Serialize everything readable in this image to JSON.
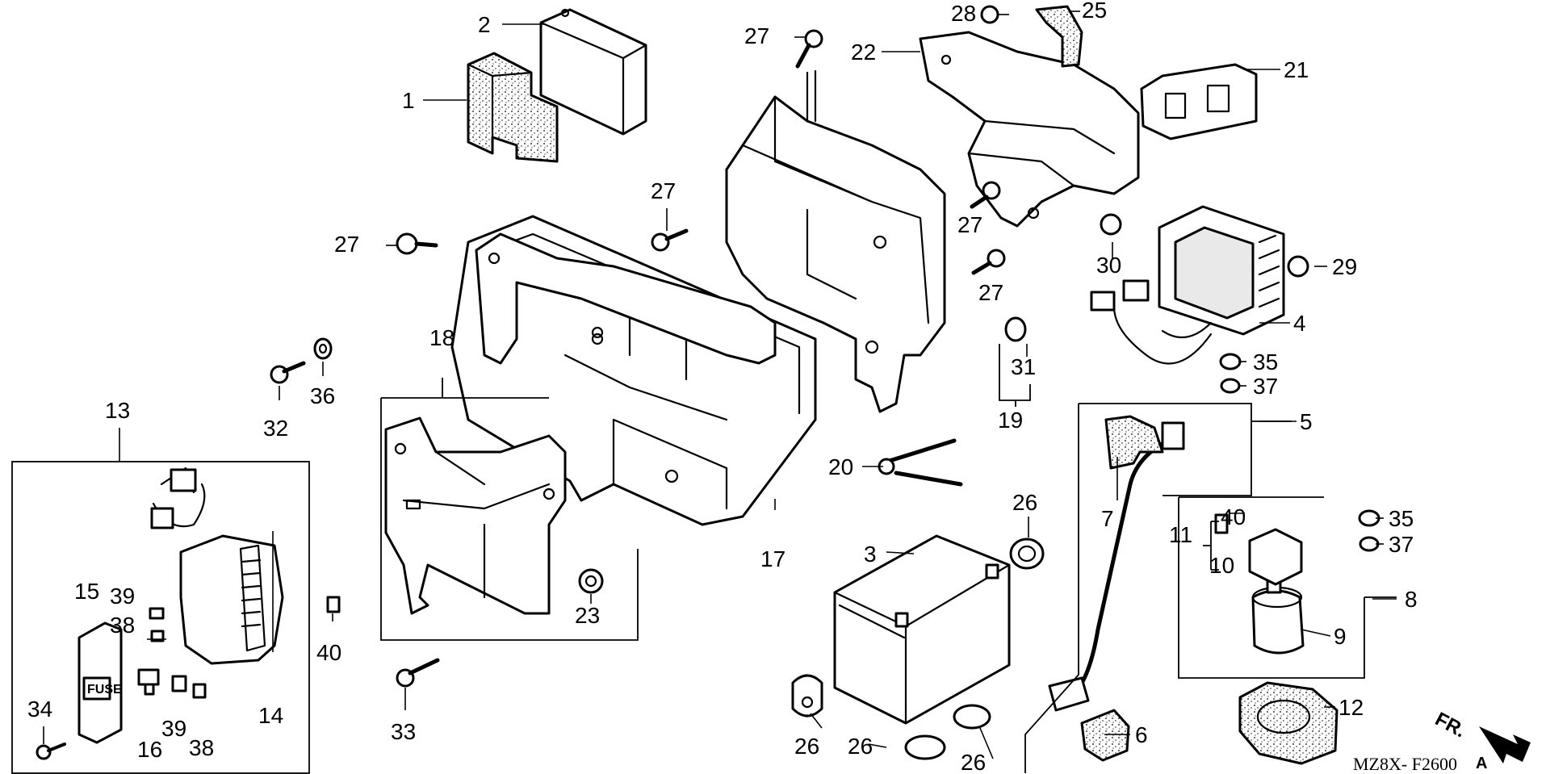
{
  "callouts": {
    "c1": "1",
    "c2": "2",
    "c3": "3",
    "c4": "4",
    "c5": "5",
    "c6": "6",
    "c7": "7",
    "c8": "8",
    "c9": "9",
    "c10": "10",
    "c11": "11",
    "c12": "12",
    "c13": "13",
    "c14": "14",
    "c15": "15",
    "c16": "16",
    "c17": "17",
    "c18": "18",
    "c19": "19",
    "c20": "20",
    "c21": "21",
    "c22": "22",
    "c23": "23",
    "c25": "25",
    "c26a": "26",
    "c26b": "26",
    "c26c": "26",
    "c26d": "26",
    "c27a": "27",
    "c27b": "27",
    "c27c": "27",
    "c27d": "27",
    "c27e": "27",
    "c28": "28",
    "c29": "29",
    "c30": "30",
    "c31": "31",
    "c32": "32",
    "c33": "33",
    "c34": "34",
    "c35a": "35",
    "c35b": "35",
    "c36": "36",
    "c37a": "37",
    "c37b": "37",
    "c38a": "38",
    "c38b": "38",
    "c39a": "39",
    "c39b": "39",
    "c40a": "40",
    "c40b": "40"
  },
  "fuse_label": "FUSE",
  "front_marker": "FR.",
  "diagram_code": "MZ8X- F2600",
  "diagram_code_suffix": "A"
}
